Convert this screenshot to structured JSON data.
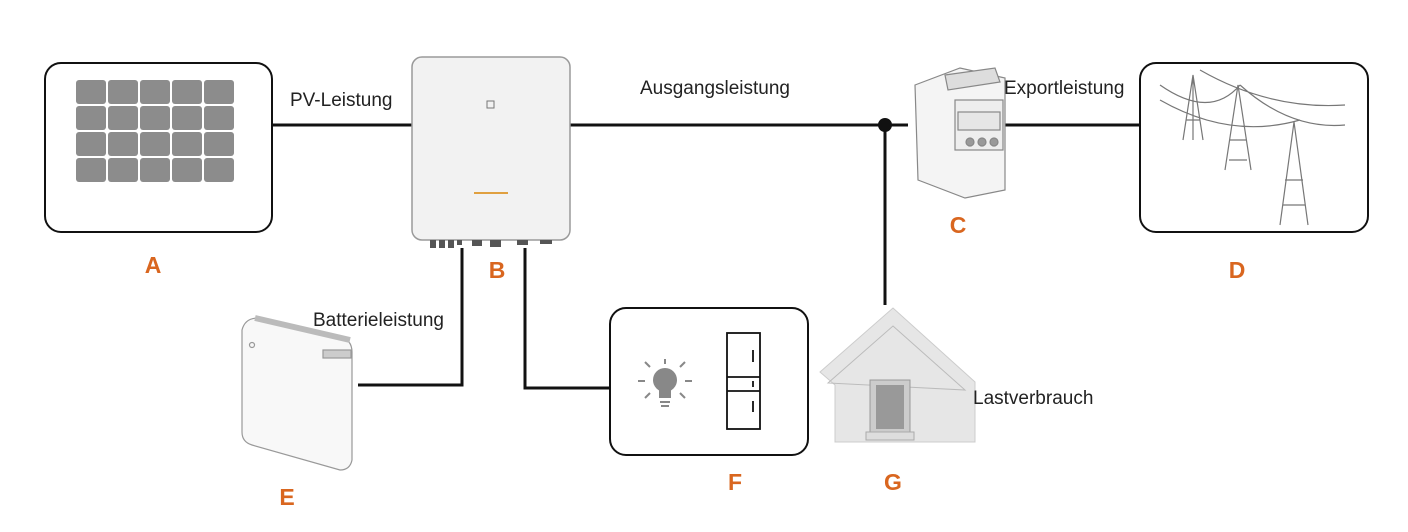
{
  "colors": {
    "letter": "#d9661f",
    "line": "#111111",
    "panel": "#8c8c8c",
    "device": "#f2f2f2"
  },
  "components": {
    "pv": {
      "key": "A",
      "icon": "solar-panel-icon"
    },
    "inverter": {
      "key": "B",
      "icon": "inverter-icon"
    },
    "meter": {
      "key": "C",
      "icon": "energy-meter-icon"
    },
    "grid": {
      "key": "D",
      "icon": "power-pylon-icon"
    },
    "battery": {
      "key": "E",
      "icon": "battery-icon"
    },
    "loads": {
      "key": "F",
      "icon": "lightbulb-fridge-icon"
    },
    "house": {
      "key": "G",
      "icon": "house-icon"
    }
  },
  "flows": {
    "pv_power": "PV-Leistung",
    "output_power": "Ausgangsleistung",
    "export_power": "Exportleistung",
    "battery_power": "Batterieleistung",
    "load_consumption": "Lastverbrauch"
  }
}
